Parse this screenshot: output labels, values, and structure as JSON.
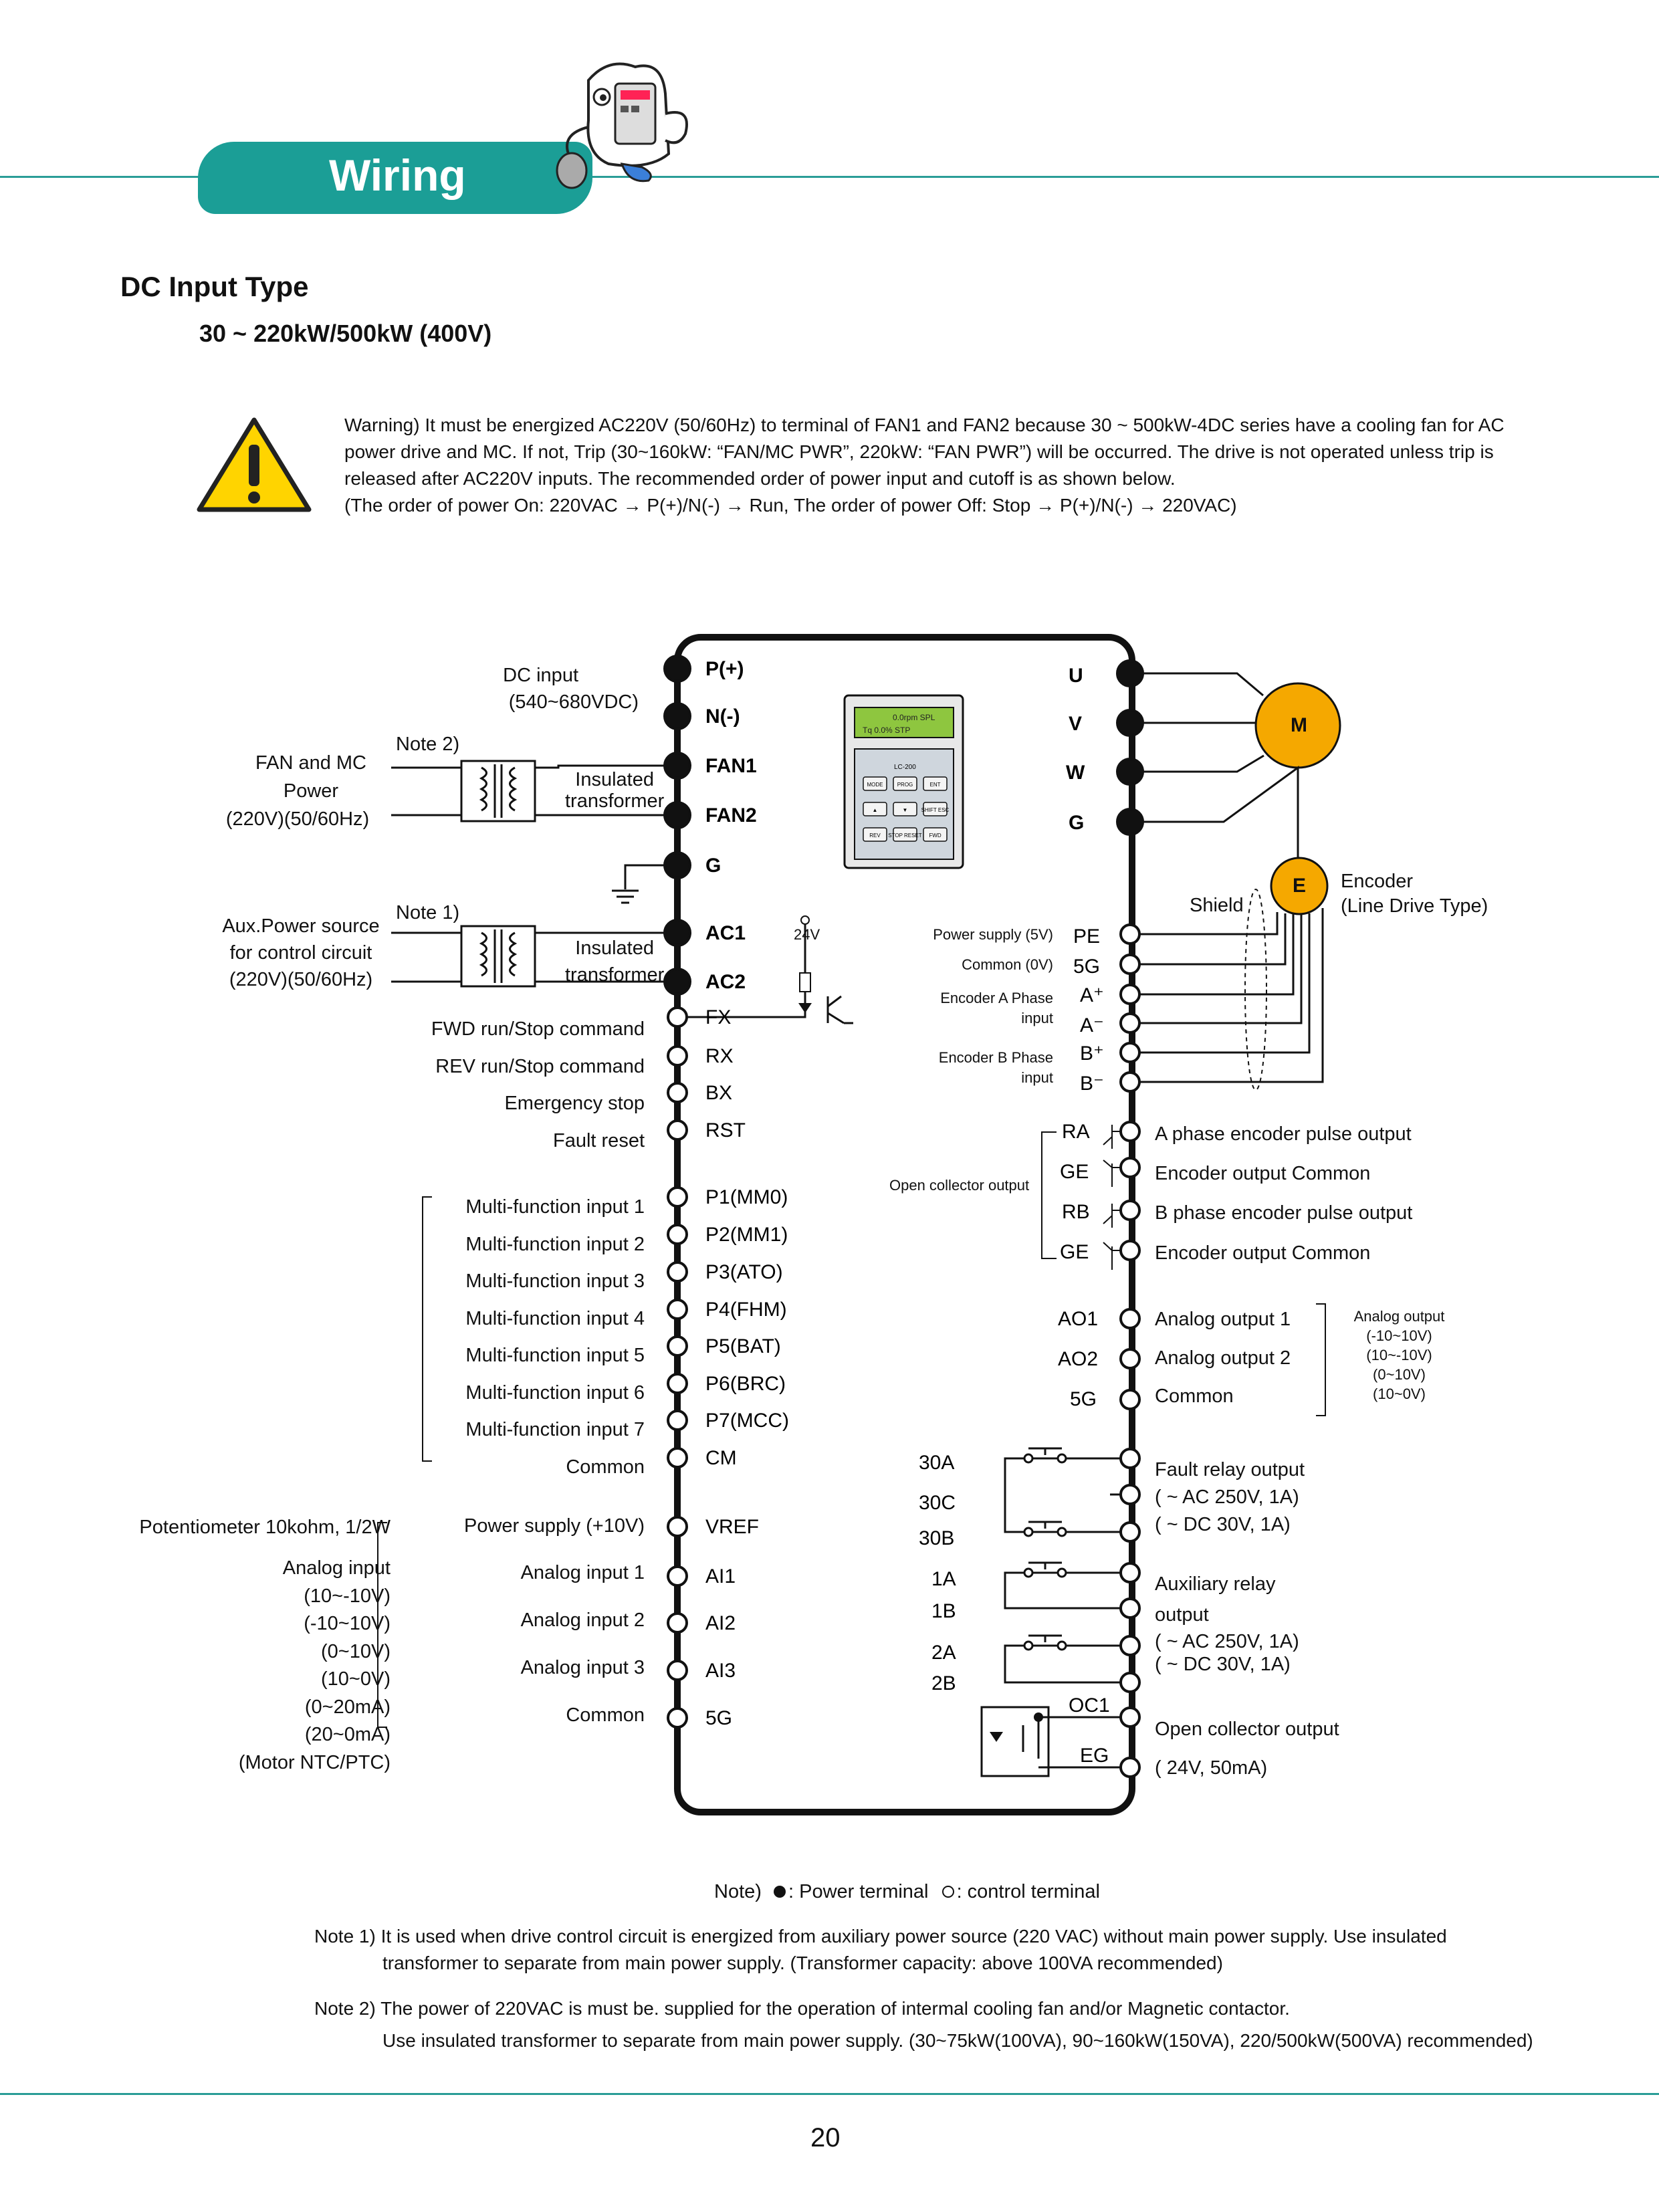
{
  "header": {
    "tab_label": "Wiring"
  },
  "section": {
    "title": "DC Input Type",
    "subtitle": "30 ~ 220kW/500kW (400V)"
  },
  "warning": {
    "icon": "warning-triangle-icon",
    "lines": [
      "Warning) It must be energized AC220V (50/60Hz) to terminal of FAN1 and FAN2 because 30 ~ 500kW-4DC series have a cooling fan for AC",
      "power drive and MC. If not, Trip (30~160kW: “FAN/MC PWR”, 220kW: “FAN PWR”) will be occurred. The drive is not operated unless trip is",
      "released after AC220V inputs. The recommended order of power input and cutoff is as shown below.",
      "(The order of power On: 220VAC → P(+)/N(-) → Run,  The order of power Off: Stop → P(+)/N(-) → 220VAC)"
    ]
  },
  "diagram": {
    "left_terminals": [
      {
        "name": "P(+)",
        "kind": "power",
        "bold": true
      },
      {
        "name": "N(-)",
        "kind": "power",
        "bold": true
      },
      {
        "name": "FAN1",
        "kind": "power",
        "bold": true
      },
      {
        "name": "FAN2",
        "kind": "power",
        "bold": true
      },
      {
        "name": "G",
        "kind": "power",
        "bold": true
      },
      {
        "name": "AC1",
        "kind": "power",
        "bold": true
      },
      {
        "name": "AC2",
        "kind": "power",
        "bold": true
      },
      {
        "name": "FX",
        "kind": "control"
      },
      {
        "name": "RX",
        "kind": "control"
      },
      {
        "name": "BX",
        "kind": "control"
      },
      {
        "name": "RST",
        "kind": "control"
      },
      {
        "name": "P1(MM0)",
        "kind": "control"
      },
      {
        "name": "P2(MM1)",
        "kind": "control"
      },
      {
        "name": "P3(ATO)",
        "kind": "control"
      },
      {
        "name": "P4(FHM)",
        "kind": "control"
      },
      {
        "name": "P5(BAT)",
        "kind": "control"
      },
      {
        "name": "P6(BRC)",
        "kind": "control"
      },
      {
        "name": "P7(MCC)",
        "kind": "control"
      },
      {
        "name": "CM",
        "kind": "control"
      },
      {
        "name": "VREF",
        "kind": "control"
      },
      {
        "name": "AI1",
        "kind": "control"
      },
      {
        "name": "AI2",
        "kind": "control"
      },
      {
        "name": "AI3",
        "kind": "control"
      },
      {
        "name": "5G",
        "kind": "control"
      }
    ],
    "left_labels": {
      "dc_input": [
        "DC input",
        "(540~680VDC)"
      ],
      "fan_mc_power": [
        "FAN and MC",
        "Power",
        "(220V)(50/60Hz)"
      ],
      "note2": "Note 2)",
      "note1": "Note 1)",
      "insulated_transformer": [
        "Insulated",
        "transformer"
      ],
      "aux_power": [
        "Aux.Power source",
        "for control circuit",
        "(220V)(50/60Hz)"
      ],
      "fwd": "FWD run/Stop command",
      "rev": "REV run/Stop command",
      "emergency": "Emergency stop",
      "fault_reset": "Fault reset",
      "multi_inputs": [
        "Multi-function input 1",
        "Multi-function input 2",
        "Multi-function input 3",
        "Multi-function input 4",
        "Multi-function input 5",
        "Multi-function input 6",
        "Multi-function input 7"
      ],
      "common": "Common",
      "power_supply": "Power supply (+10V)",
      "analog_inputs": [
        "Analog input 1",
        "Analog input 2",
        "Analog input 3"
      ],
      "potentiometer": "Potentiometer 10kohm, 1/2W",
      "analog_input_ranges": [
        "Analog input",
        "(10~-10V)",
        "(-10~10V)",
        "(0~10V)",
        "(10~0V)",
        "(0~20mA)",
        "(20~0mA)",
        "(Motor NTC/PTC)"
      ]
    },
    "internal": {
      "v24": "24V",
      "keypad_model": "LC-200",
      "keypad_lcd": [
        "0.0rpm  SPL",
        "Tq    0.0%  STP"
      ],
      "keypad_keys": [
        "MODE",
        "PROG",
        "ENT",
        "▲",
        "▼",
        "SHIFT ESC",
        "REV",
        "STOP RESET",
        "FWD"
      ],
      "encoder_labels": [
        "Power supply (5V)",
        "Common (0V)",
        "Encoder A Phase",
        "input",
        "Encoder B Phase",
        "input"
      ],
      "open_collector": "Open collector output"
    },
    "right_terminals": [
      {
        "name": "U",
        "kind": "power",
        "bold": true
      },
      {
        "name": "V",
        "kind": "power",
        "bold": true
      },
      {
        "name": "W",
        "kind": "power",
        "bold": true
      },
      {
        "name": "G",
        "kind": "power",
        "bold": true
      },
      {
        "name": "PE",
        "kind": "control"
      },
      {
        "name": "5G",
        "kind": "control"
      },
      {
        "name": "A⁺",
        "kind": "control"
      },
      {
        "name": "A⁻",
        "kind": "control"
      },
      {
        "name": "B⁺",
        "kind": "control"
      },
      {
        "name": "B⁻",
        "kind": "control"
      },
      {
        "name": "RA",
        "kind": "control"
      },
      {
        "name": "GE",
        "kind": "control"
      },
      {
        "name": "RB",
        "kind": "control"
      },
      {
        "name": "GE",
        "kind": "control"
      },
      {
        "name": "AO1",
        "kind": "control"
      },
      {
        "name": "AO2",
        "kind": "control"
      },
      {
        "name": "5G",
        "kind": "control"
      },
      {
        "name": "30A",
        "kind": "control"
      },
      {
        "name": "30C",
        "kind": "control"
      },
      {
        "name": "30B",
        "kind": "control"
      },
      {
        "name": "1A",
        "kind": "control"
      },
      {
        "name": "1B",
        "kind": "control"
      },
      {
        "name": "2A",
        "kind": "control"
      },
      {
        "name": "2B",
        "kind": "control"
      },
      {
        "name": "OC1",
        "kind": "control"
      },
      {
        "name": "EG",
        "kind": "control"
      }
    ],
    "right_labels": {
      "motor": "M",
      "encoder": "E",
      "encoder_label": [
        "Encoder",
        "(Line Drive Type)"
      ],
      "shield": "Shield",
      "a_phase_out": "A phase encoder pulse output",
      "enc_common": "Encoder output Common",
      "b_phase_out": "B phase encoder pulse output",
      "analog_out1": "Analog output 1",
      "analog_out2": "Analog output 2",
      "common": "Common",
      "analog_output_ranges": [
        "Analog output",
        "(-10~10V)",
        "(10~-10V)",
        "(0~10V)",
        "(10~0V)"
      ],
      "fault_relay": [
        "Fault relay output",
        "( ~ AC 250V, 1A)",
        "( ~ DC 30V, 1A)"
      ],
      "aux_relay": [
        "Auxiliary relay",
        "output",
        "( ~ AC 250V, 1A)",
        "( ~ DC 30V, 1A)"
      ],
      "open_collector_output": [
        "Open collector output",
        "( 24V, 50mA)"
      ]
    },
    "legend": {
      "prefix": "Note)",
      "power": ": Power terminal",
      "control": ": control terminal"
    }
  },
  "notes": {
    "note1": [
      "Note 1) It is used when drive control circuit is energized from auxiliary power source (220 VAC) without main power supply. Use insulated",
      "transformer to separate from main power supply. (Transformer capacity: above 100VA recommended)"
    ],
    "note2": [
      "Note 2) The power of 220VAC is must be. supplied for the operation of intermal cooling fan and/or Magnetic contactor.",
      "Use insulated transformer to separate from main power supply. (30~75kW(100VA), 90~160kW(150VA), 220/500kW(500VA) recommended)"
    ]
  },
  "footer": {
    "page_number": "20"
  },
  "colors": {
    "accent": "#1b9e96",
    "motor": "#f5a800",
    "warning": "#ffd400"
  }
}
